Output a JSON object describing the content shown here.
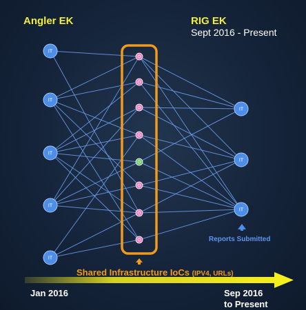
{
  "left_group": {
    "title": "Angler EK"
  },
  "right_group": {
    "title": "RIG EK",
    "subtitle": "Sept 2016 - Present"
  },
  "node_label": "IT",
  "left_nodes": 5,
  "ioc_nodes": 8,
  "right_nodes": 3,
  "ioc_colors": [
    "#e77fc2",
    "#e77fc2",
    "#e77fc2",
    "#e77fc2",
    "#6cc76a",
    "#e77fc2",
    "#e77fc2",
    "#e77fc2"
  ],
  "reports_label": "Reports Submitted",
  "shared_label": "Shared Infrastructure IoCs",
  "shared_note": "(IPV4, URLs)",
  "timeline": {
    "start": "Jan 2016",
    "end_line1": "Sep 2016",
    "end_line2": "to Present"
  },
  "colors": {
    "node": "#4c8ee8",
    "edge": "#6d9ff0",
    "highlight": "#f29a1c",
    "timeline": "#f6ef1e"
  }
}
